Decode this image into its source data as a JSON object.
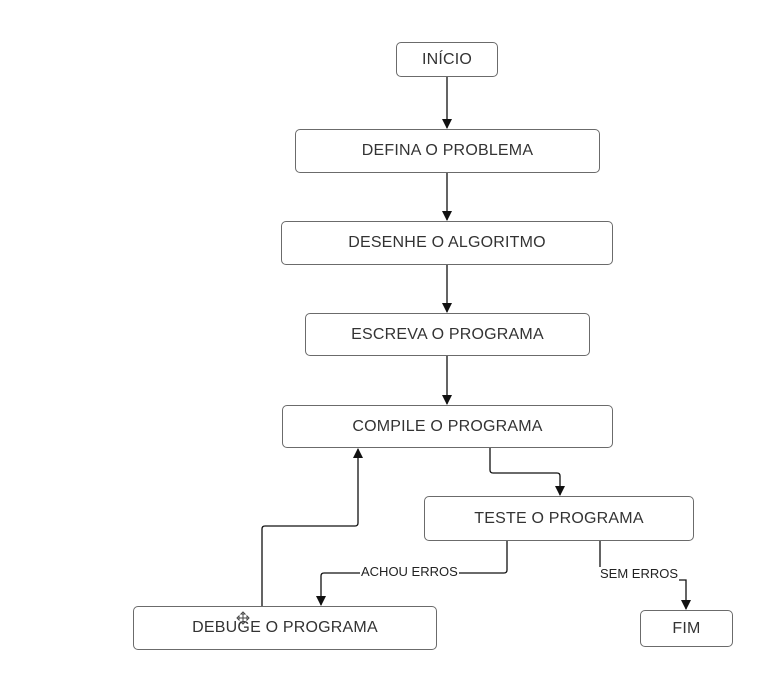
{
  "flowchart": {
    "nodes": {
      "inicio": "INÍCIO",
      "defina": "DEFINA O PROBLEMA",
      "desenhe": "DESENHE O ALGORITMO",
      "escreva": "ESCREVA O PROGRAMA",
      "compile": "COMPILE O PROGRAMA",
      "teste": "TESTE O PROGRAMA",
      "debug": "DEBUGE O PROGRAMA",
      "fim": "FIM"
    },
    "edge_labels": {
      "achou_erros": "ACHOU ERROS",
      "sem_erros": "SEM ERROS"
    },
    "colors": {
      "line": "#111111",
      "node_border": "#6b6b6b",
      "text": "#333333"
    },
    "icons": {
      "cursor": "move-cursor-icon"
    }
  }
}
